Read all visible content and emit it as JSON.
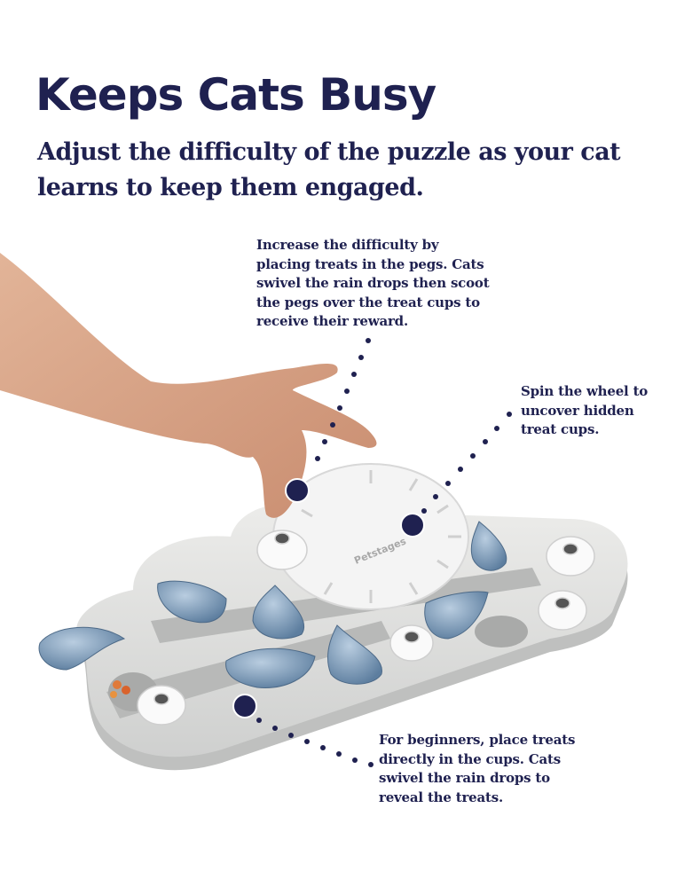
{
  "header": {
    "title": "Keeps Cats Busy",
    "subtitle": "Adjust the difficulty of the puzzle as your cat learns to keep them engaged."
  },
  "callouts": {
    "pegs": {
      "lines": [
        "Increase the difficulty by",
        "placing treats in the pegs. Cats",
        "swivel the rain drops then scoot",
        "the pegs over the treat cups to",
        "receive their reward."
      ]
    },
    "wheel": {
      "lines": [
        "Spin the wheel to",
        "uncover hidden",
        "treat cups."
      ]
    },
    "beginners": {
      "lines": [
        "For beginners, place treats",
        "directly in the cups. Cats",
        "swivel the rain drops to",
        "reveal the treats."
      ]
    }
  },
  "product": {
    "wheel_brand": "Petstages"
  },
  "colors": {
    "navy": "#1f2150",
    "board": "#e4e4e2",
    "drop": "#7e9bb8",
    "cup": "#fafafa"
  }
}
